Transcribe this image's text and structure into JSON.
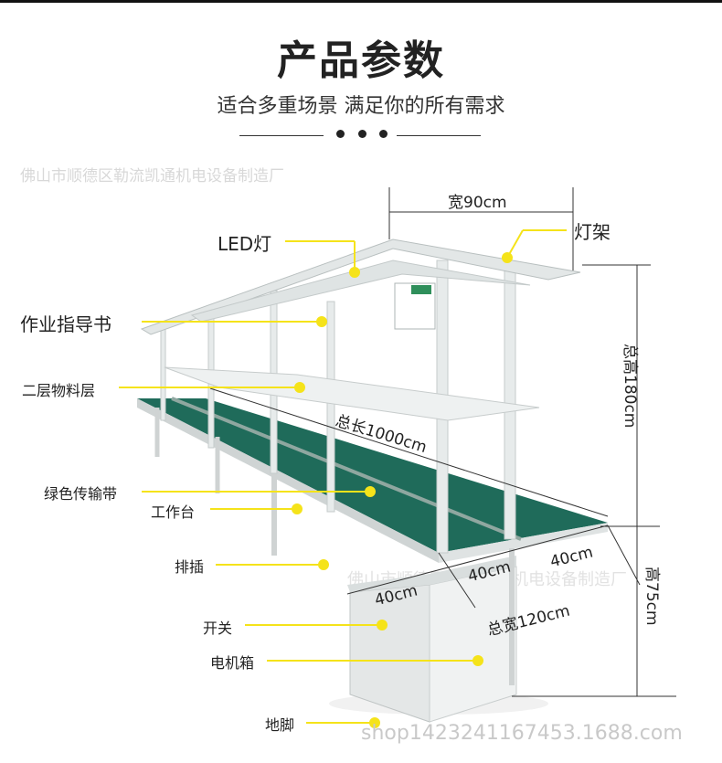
{
  "header": {
    "title": "产品参数",
    "subtitle": "适合多重场景 满足你的所有需求"
  },
  "watermarks": {
    "company": "佛山市顺德区勒流凯通机电设备制造厂",
    "url": "shop1423241167453.1688.com"
  },
  "labels": {
    "led": "LED灯",
    "guide": "作业指导书",
    "shelf": "二层物料层",
    "belt": "绿色传输带",
    "table": "工作台",
    "socket": "排插",
    "switch": "开关",
    "motor_box": "电机箱",
    "foot": "地脚",
    "lamp_frame": "灯架"
  },
  "dimensions": {
    "width": "宽90cm",
    "total_height": "总高180cm",
    "total_length": "总长1000cm",
    "height": "高75cm",
    "total_width": "总宽120cm",
    "side_a": "40cm",
    "side_b": "40cm",
    "side_c": "40cm"
  },
  "colors": {
    "belt": "#1f6b5a",
    "frame": "#e9ecec",
    "callout": "#f5e31a"
  }
}
